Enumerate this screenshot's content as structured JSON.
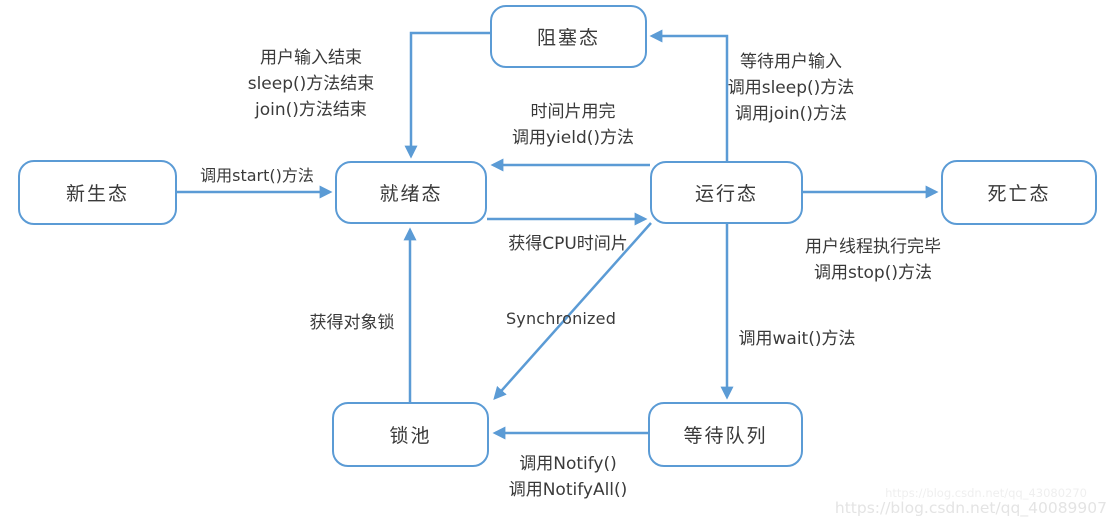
{
  "diagram_type": "flowchart",
  "subject": "Java thread state transition diagram",
  "colors": {
    "line": "#5B9BD5",
    "node_border": "#5B9BD5",
    "node_fill": "#ffffff",
    "text": "#3a3a3a",
    "background": "#ffffff",
    "watermark_light": "#efefef",
    "watermark": "#e4e4e4"
  },
  "nodes": {
    "blocked": {
      "label": "阻塞态"
    },
    "new": {
      "label": "新生态"
    },
    "ready": {
      "label": "就绪态"
    },
    "running": {
      "label": "运行态"
    },
    "dead": {
      "label": "死亡态"
    },
    "lock_pool": {
      "label": "锁池"
    },
    "wait_queue": {
      "label": "等待队列"
    }
  },
  "edges": {
    "new_to_ready": {
      "from": "新生态",
      "to": "就绪态",
      "line1": "调用start()方法"
    },
    "blocked_to_ready": {
      "from": "阻塞态",
      "to": "就绪态",
      "line1": "用户输入结束",
      "line2": "sleep()方法结束",
      "line3": "join()方法结束"
    },
    "running_to_ready": {
      "from": "运行态",
      "to": "就绪态",
      "line1": "时间片用完",
      "line2": "调用yield()方法"
    },
    "running_to_blocked": {
      "from": "运行态",
      "to": "阻塞态",
      "line1": "等待用户输入",
      "line2": "调用sleep()方法",
      "line3": "调用join()方法"
    },
    "ready_to_running": {
      "from": "就绪态",
      "to": "运行态",
      "line1": "获得CPU时间片"
    },
    "running_to_dead": {
      "from": "运行态",
      "to": "死亡态",
      "line1": "用户线程执行完毕",
      "line2": "调用stop()方法"
    },
    "lock_pool_to_ready": {
      "from": "锁池",
      "to": "就绪态",
      "line1": "获得对象锁"
    },
    "running_to_lock_pool": {
      "from": "运行态",
      "to": "锁池",
      "line1": "Synchronized"
    },
    "running_to_wait_queue": {
      "from": "运行态",
      "to": "等待队列",
      "line1": "调用wait()方法"
    },
    "wait_queue_to_lock_pool": {
      "from": "等待队列",
      "to": "锁池",
      "line1": "调用Notify()",
      "line2": "调用NotifyAll()"
    }
  },
  "watermark": {
    "line1": "https://blog.csdn.net/qq_43080270",
    "line2": "https://blog.csdn.net/qq_40089907"
  }
}
